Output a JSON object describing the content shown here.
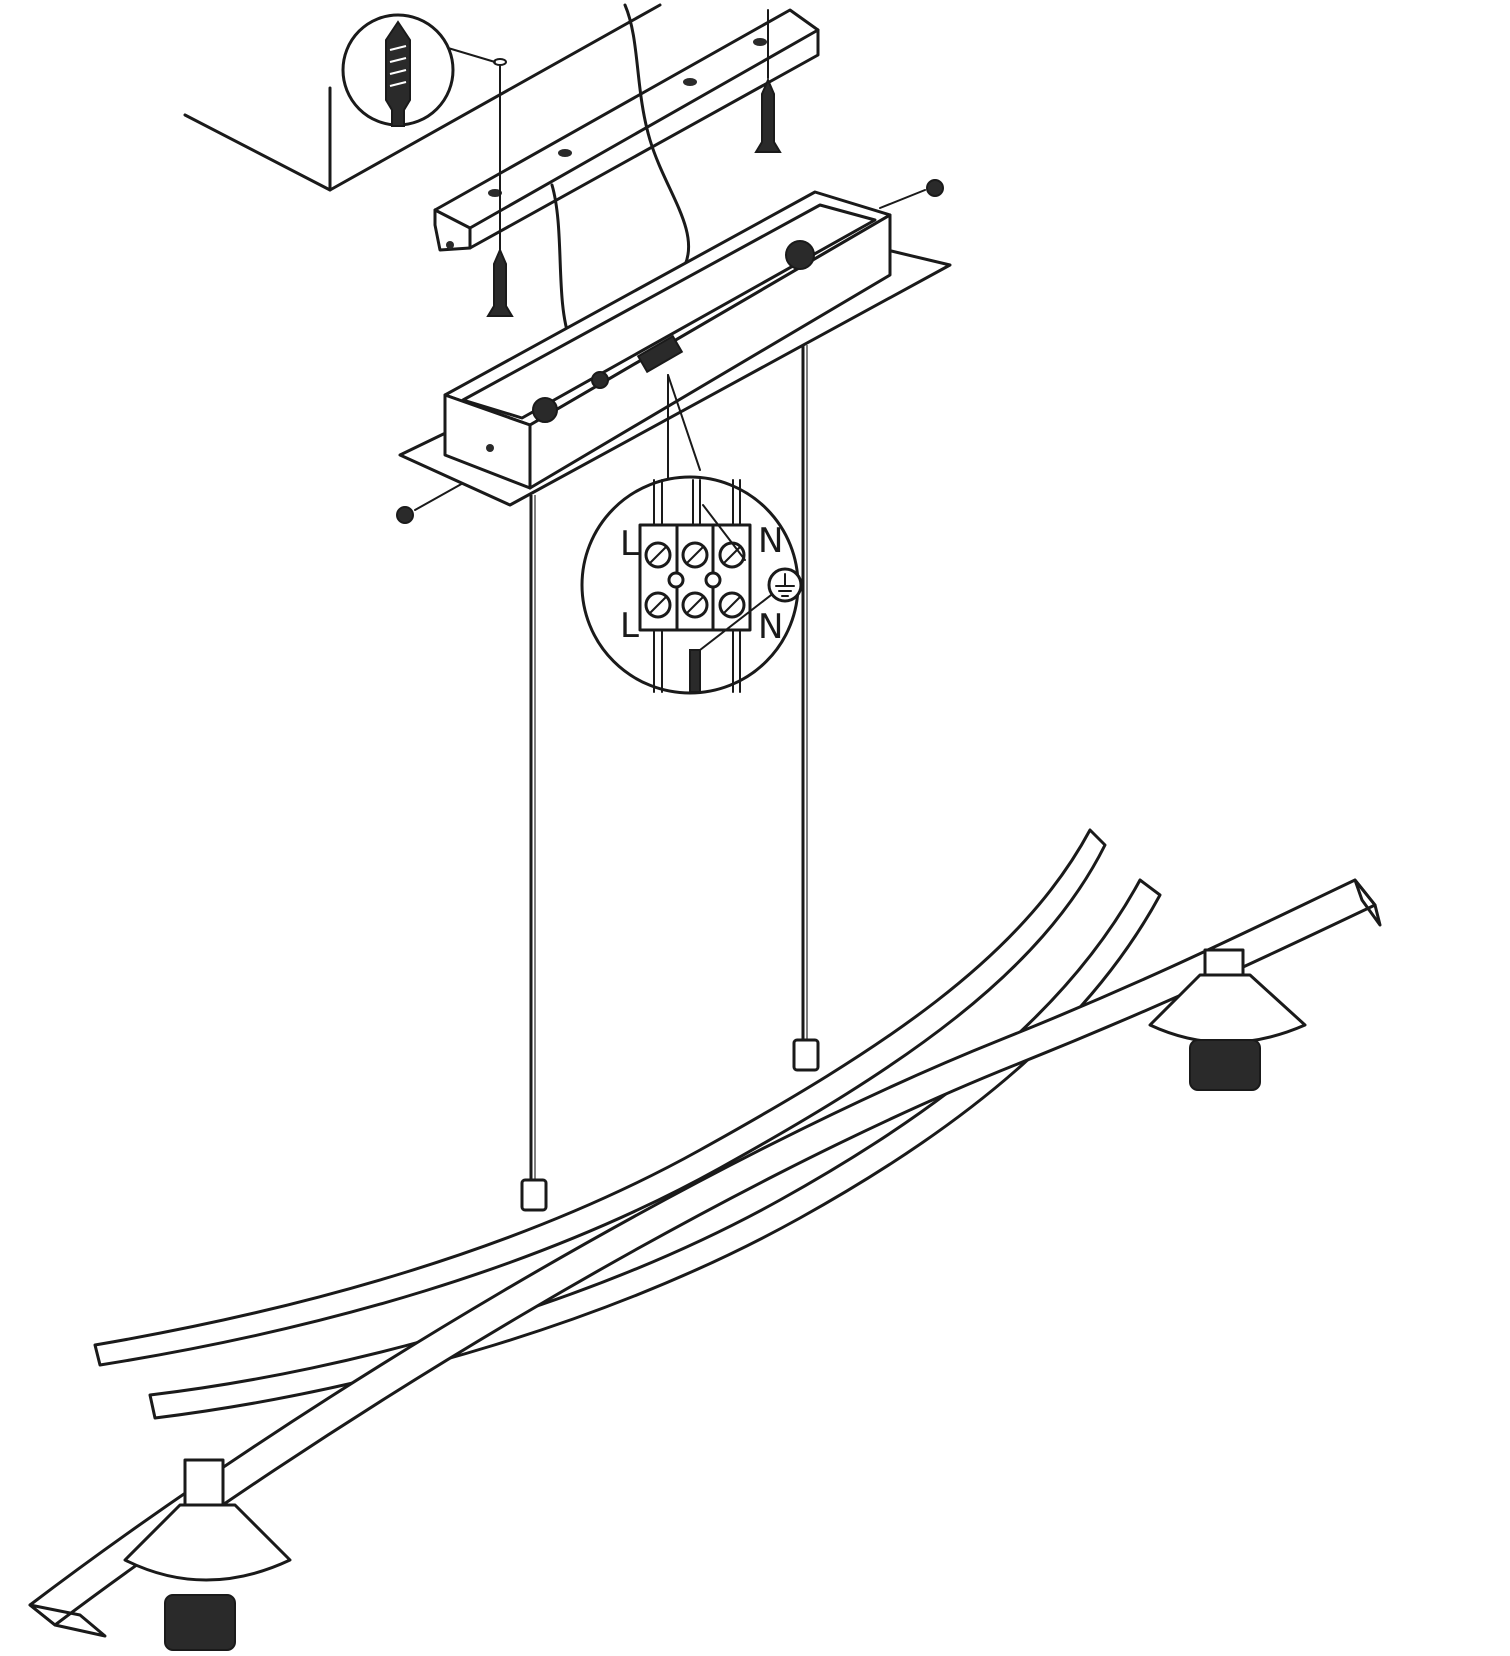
{
  "detail_labels": {
    "line_in": "L",
    "neutral_in": "N",
    "line_out": "L",
    "neutral_out": "N"
  },
  "colors": {
    "line": "#1a1a1a",
    "background": "#ffffff"
  },
  "icons": [
    "wall-plug-icon",
    "earth-ground-icon",
    "screw-icon"
  ]
}
